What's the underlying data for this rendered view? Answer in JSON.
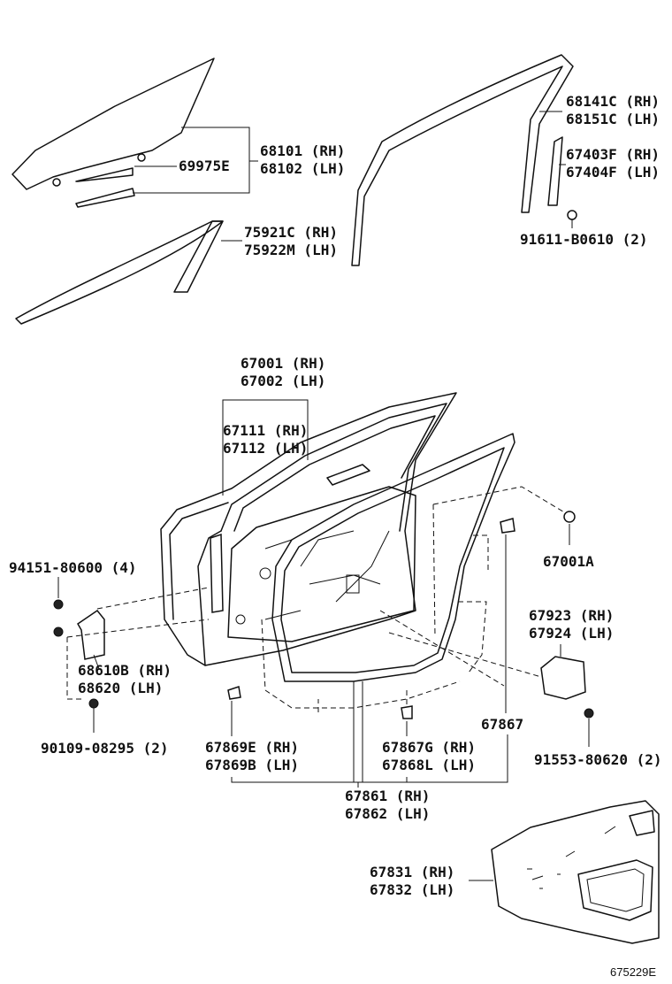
{
  "labels": {
    "window_glass": [
      "68101 (RH)",
      "68102 (LH)"
    ],
    "glass_channel": "69975E",
    "belt_moulding": [
      "75921C (RH)",
      "75922M (LH)"
    ],
    "run_channel": [
      "68141C (RH)",
      "68151C (LH)"
    ],
    "rear_channel": [
      "67403F (RH)",
      "67404F (LH)"
    ],
    "channel_bolt": "91611-B0610 (2)",
    "door_panel": [
      "67001 (RH)",
      "67002 (LH)"
    ],
    "door_frame": [
      "67111 (RH)",
      "67112 (LH)"
    ],
    "door_plug": "67001A",
    "hinge_bolt": "94151-80600 (4)",
    "door_check": [
      "68610B (RH)",
      "68620 (LH)"
    ],
    "check_bolt": "90109-08295 (2)",
    "service_cover_clip": [
      "67923 (RH)",
      "67924 (LH)"
    ],
    "clip_screw": "91553-80620 (2)",
    "weatherstrip_clip_a": [
      "67869E (RH)",
      "67869B (LH)"
    ],
    "weatherstrip_clip_b": [
      "67867G (RH)",
      "67868L (LH)"
    ],
    "weatherstrip_clip_c": "67867",
    "door_weatherstrip": [
      "67861 (RH)",
      "67862 (LH)"
    ],
    "trim_panel": [
      "67831 (RH)",
      "67832 (LH)"
    ]
  },
  "illustration_ref": "675229E"
}
